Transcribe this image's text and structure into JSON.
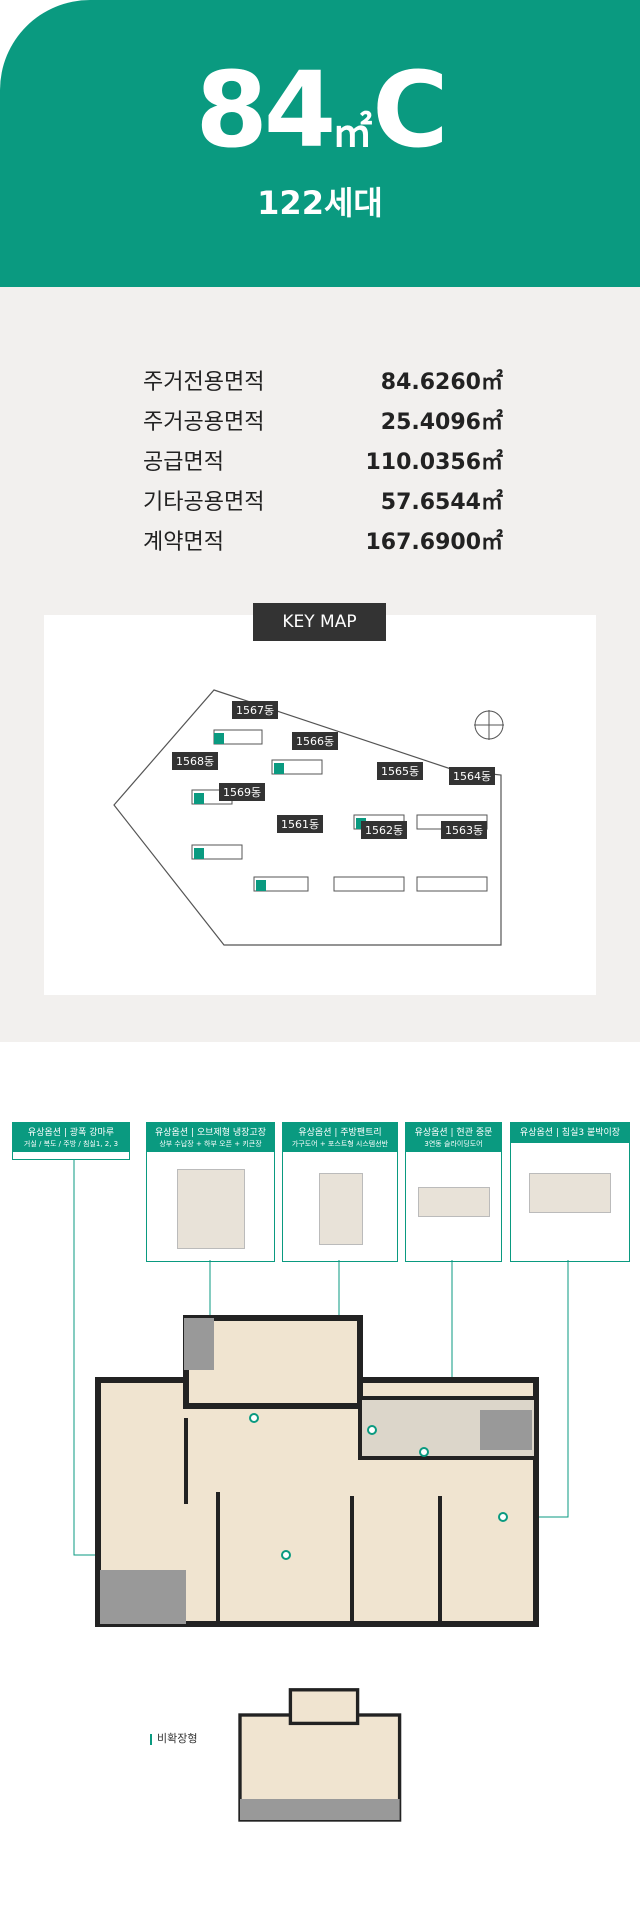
{
  "header": {
    "area_number": "84",
    "area_unit": "㎡",
    "type_letter": "C",
    "households": "122세대"
  },
  "areas": [
    {
      "label": "주거전용면적",
      "value": "84.6260㎡"
    },
    {
      "label": "주거공용면적",
      "value": "25.4096㎡"
    },
    {
      "label": "공급면적",
      "value": "110.0356㎡"
    },
    {
      "label": "기타공용면적",
      "value": "57.6544㎡"
    },
    {
      "label": "계약면적",
      "value": "167.6900㎡"
    }
  ],
  "keymap": {
    "title": "KEY MAP",
    "north": "N",
    "buildings": [
      "1567동",
      "1566동",
      "1568동",
      "1565동",
      "1564동",
      "1569동",
      "1561동",
      "1562동",
      "1563동"
    ]
  },
  "options": [
    {
      "title": "유상옵션 | 광폭 강마루",
      "sub": "거실 / 복도 / 주방 / 침실1, 2, 3"
    },
    {
      "title": "유상옵션 | 오브제형 냉장고장",
      "sub": "상부 수납장 + 하부 오픈 + 키큰장"
    },
    {
      "title": "유상옵션 | 주방팬트리",
      "sub": "가구도어 + 포스트형 시스템선반"
    },
    {
      "title": "유상옵션 | 현관 중문",
      "sub": "3연동 슬라이딩도어"
    },
    {
      "title": "유상옵션 | 침실3 붙박이장",
      "sub": ""
    }
  ],
  "note": "비확장형",
  "colors": {
    "accent": "#0a9a80",
    "info_bg": "#f2f0ee"
  }
}
